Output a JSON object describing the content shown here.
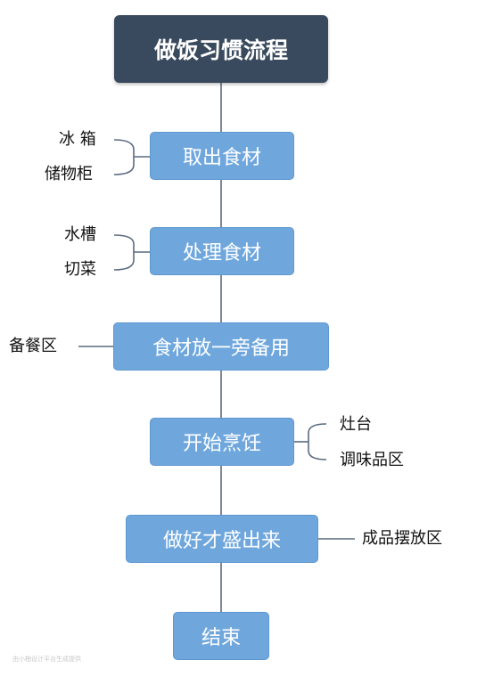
{
  "flowchart": {
    "title": "做饭习惯流程",
    "steps": [
      {
        "label": "取出食材",
        "notes": [
          "冰 箱",
          "储物柜"
        ]
      },
      {
        "label": "处理食材",
        "notes": [
          "水槽",
          "切菜"
        ]
      },
      {
        "label": "食材放一旁备用",
        "notes": [
          "备餐区"
        ]
      },
      {
        "label": "开始烹饪",
        "notes": [
          "灶台",
          "调味品区"
        ]
      },
      {
        "label": "做好才盛出来",
        "notes": [
          "成品摆放区"
        ]
      },
      {
        "label": "结束",
        "notes": []
      }
    ]
  },
  "watermark": "由小柚设计平台生成提供",
  "colors": {
    "title_bg": "#3a4a5e",
    "step_bg": "#6fa7dd",
    "connector": "#5a6b80"
  }
}
